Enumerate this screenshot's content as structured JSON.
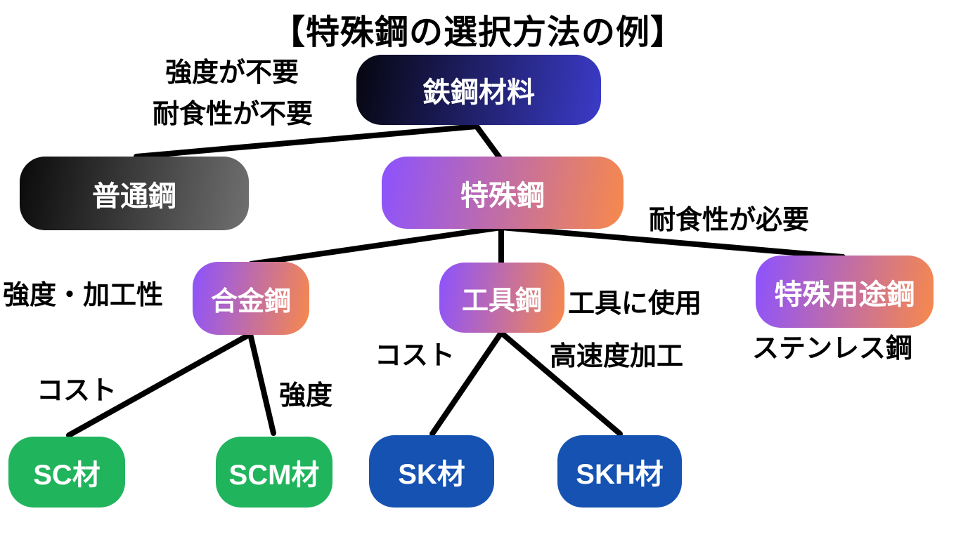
{
  "title": "【特殊鋼の選択方法の例】",
  "nodes": {
    "tekkou": {
      "label": "鉄鋼材料"
    },
    "futsuu": {
      "label": "普通鋼"
    },
    "tokushu": {
      "label": "特殊鋼"
    },
    "goukin": {
      "label": "合金鋼"
    },
    "kougu": {
      "label": "工具鋼"
    },
    "tokushu_youto": {
      "label": "特殊用途鋼"
    },
    "sc": {
      "label": "SC材"
    },
    "scm": {
      "label": "SCM材"
    },
    "sk": {
      "label": "SK材"
    },
    "skh": {
      "label": "SKH材"
    }
  },
  "labels": {
    "kyoudo_fuyou": "強度が不要",
    "taishoku_fuyou": "耐食性が不要",
    "taishoku_hitsuyou": "耐食性が必要",
    "kyoudo_kakousei": "強度・加工性",
    "kougu_shiyou": "工具に使用",
    "cost_kougu": "コスト",
    "kousokudo_kakou": "高速度加工",
    "cost_goukin": "コスト",
    "kyoudo": "強度",
    "stainless": "ステンレス鋼"
  },
  "edges": [
    {
      "from": "鉄鋼材料",
      "to": "普通鋼",
      "condition": "強度が不要 耐食性が不要"
    },
    {
      "from": "鉄鋼材料",
      "to": "特殊鋼",
      "condition": ""
    },
    {
      "from": "特殊鋼",
      "to": "合金鋼",
      "condition": "強度・加工性"
    },
    {
      "from": "特殊鋼",
      "to": "工具鋼",
      "condition": "工具に使用"
    },
    {
      "from": "特殊鋼",
      "to": "特殊用途鋼",
      "condition": "耐食性が必要"
    },
    {
      "from": "合金鋼",
      "to": "SC材",
      "condition": "コスト"
    },
    {
      "from": "合金鋼",
      "to": "SCM材",
      "condition": "強度"
    },
    {
      "from": "工具鋼",
      "to": "SK材",
      "condition": "コスト"
    },
    {
      "from": "工具鋼",
      "to": "SKH材",
      "condition": "高速度加工"
    }
  ],
  "annotations": [
    {
      "target": "特殊用途鋼",
      "text": "ステンレス鋼"
    }
  ],
  "colors": {
    "background": "#ffffff",
    "connector_line": "#000000",
    "label_text": "#000000",
    "node_text": "#ffffff",
    "root_gradient_start": "#06060f",
    "root_gradient_end": "#3b3bc9",
    "plain_steel_gradient_start": "#0a0a0a",
    "plain_steel_gradient_end": "#707070",
    "special_gradient_start": "#8c52ff",
    "special_gradient_end": "#f7894b",
    "material_green": "#20b45c",
    "material_blue": "#1652b2"
  }
}
